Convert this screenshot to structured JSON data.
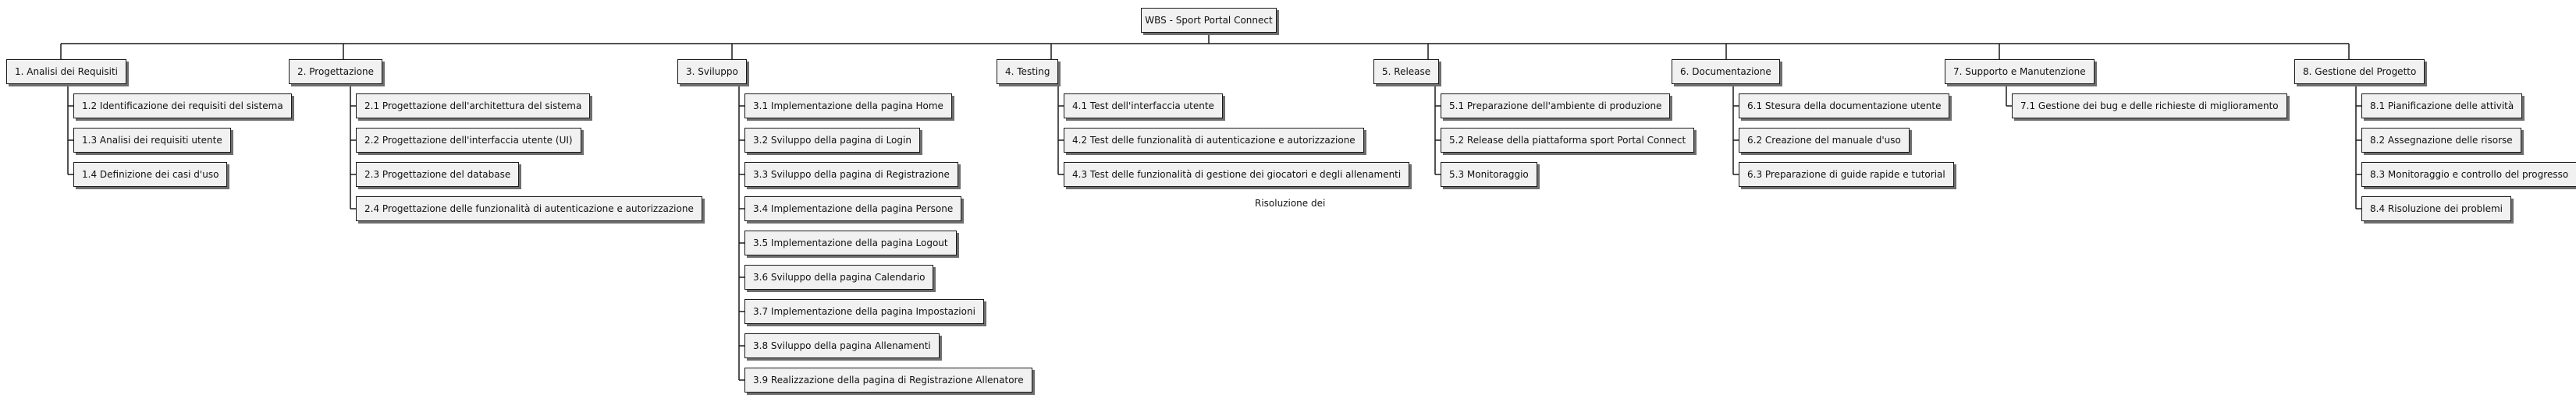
{
  "root": "WBS - Sport Portal Connect",
  "stray_text": "Risoluzione dei",
  "groups": [
    {
      "label": "1. Analisi dei Requisiti",
      "children": [
        "1.2 Identificazione dei requisiti del sistema",
        "1.3 Analisi dei requisiti utente",
        "1.4 Definizione dei casi d'uso"
      ]
    },
    {
      "label": "2. Progettazione",
      "children": [
        "2.1 Progettazione dell'architettura del sistema",
        "2.2 Progettazione dell'interfaccia utente (UI)",
        "2.3 Progettazione del database",
        "2.4 Progettazione delle funzionalità di autenticazione e autorizzazione"
      ]
    },
    {
      "label": "3. Sviluppo",
      "children": [
        "3.1 Implementazione della pagina Home",
        "3.2 Sviluppo della pagina di Login",
        "3.3 Sviluppo della pagina di Registrazione",
        "3.4 Implementazione della pagina Persone",
        "3.5 Implementazione della pagina Logout",
        "3.6 Sviluppo della pagina Calendario",
        "3.7 Implementazione della pagina Impostazioni",
        "3.8 Sviluppo della pagina Allenamenti",
        "3.9 Realizzazione della pagina di Registrazione Allenatore"
      ]
    },
    {
      "label": "4. Testing",
      "children": [
        "4.1 Test dell'interfaccia utente",
        "4.2 Test delle funzionalità di autenticazione e autorizzazione",
        "4.3 Test delle funzionalità di gestione dei giocatori e degli allenamenti"
      ]
    },
    {
      "label": "5. Release",
      "children": [
        "5.1 Preparazione dell'ambiente di produzione",
        "5.2 Release della piattaforma sport Portal Connect",
        "5.3 Monitoraggio"
      ]
    },
    {
      "label": "6. Documentazione",
      "children": [
        "6.1 Stesura della documentazione utente",
        "6.2 Creazione del manuale d'uso",
        "6.3 Preparazione di guide rapide e tutorial"
      ]
    },
    {
      "label": "7. Supporto e Manutenzione",
      "children": [
        "7.1 Gestione dei bug e delle richieste di miglioramento"
      ]
    },
    {
      "label": "8. Gestione del Progetto",
      "children": [
        "8.1 Pianificazione delle attività",
        "8.2 Assegnazione delle risorse",
        "8.3 Monitoraggio e controllo del progresso",
        "8.4 Risoluzione dei problemi"
      ]
    }
  ]
}
